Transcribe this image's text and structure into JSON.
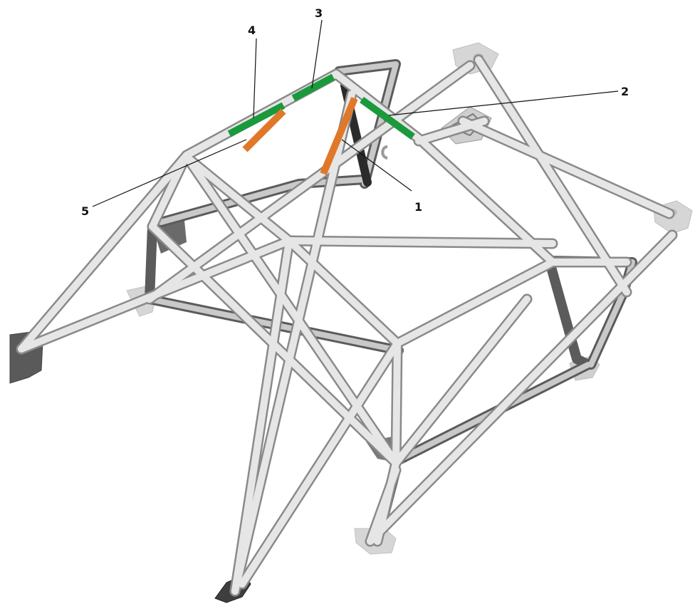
{
  "callouts": [
    {
      "id": "c1",
      "label": "1"
    },
    {
      "id": "c2",
      "label": "2"
    },
    {
      "id": "c3",
      "label": "3"
    },
    {
      "id": "c4",
      "label": "4"
    },
    {
      "id": "c5",
      "label": "5"
    }
  ],
  "colors": {
    "background": "#ffffff",
    "tube_outline": "#7f7f7f",
    "tube_fill": "#e4e4e4",
    "tube_dark": "#6f6f6f",
    "tube_black": "#2b2b2b",
    "highlight_green": "#1a9a3c",
    "highlight_orange": "#e0782a",
    "mount_plate": "#d8d8d8",
    "mount_plate_dark": "#555555",
    "leader_line": "#111111"
  }
}
